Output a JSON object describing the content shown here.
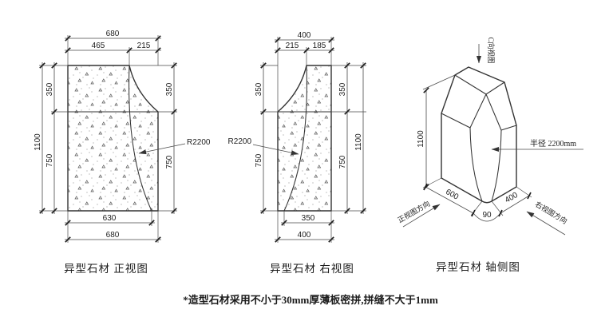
{
  "front_view": {
    "title": "异型石材 正视图",
    "radius_label": "R2200",
    "dims": {
      "top_total": "680",
      "top_left": "465",
      "top_right": "215",
      "height_total": "1100",
      "left_upper": "350",
      "left_lower": "750",
      "right_upper": "350",
      "right_lower": "750",
      "bottom_inner": "630",
      "bottom_total": "680"
    }
  },
  "right_view": {
    "title": "异型石材 右视图",
    "radius_label": "R2200",
    "dims": {
      "top_total": "400",
      "top_left": "215",
      "top_right": "185",
      "height_total": "1100",
      "left_upper": "350",
      "left_lower": "750",
      "right_upper": "350",
      "right_lower": "750",
      "bottom_inner": "350",
      "bottom_total": "400"
    }
  },
  "axono_view": {
    "title": "异型石材 轴侧图",
    "dims": {
      "height": "1100",
      "front_bottom_edge": "600",
      "right_bottom_edge": "400",
      "bottom_center_edge": "90"
    },
    "radius_note": "半径 2200mm",
    "c_view_label": "C向视图",
    "front_dir_label": "正视图方向",
    "right_dir_label": "右视图方向"
  },
  "footnote": "*造型石材采用不小于30mm厚薄板密拼,拼缝不大于1mm"
}
